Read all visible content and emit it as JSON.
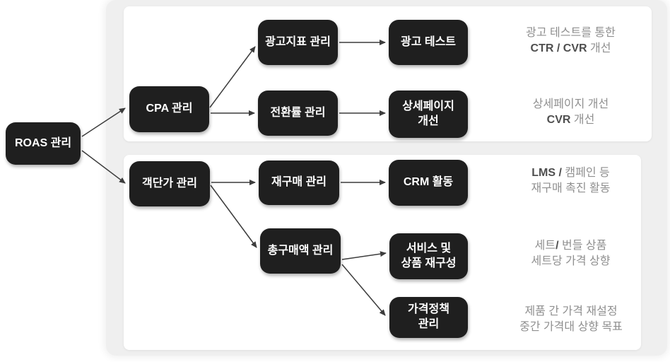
{
  "diagram": {
    "nodes": {
      "roas": {
        "label": "ROAS 관리"
      },
      "cpa": {
        "label": "CPA 관리"
      },
      "ad_metrics": {
        "label": "광고지표 관리"
      },
      "conversion_rate": {
        "label": "전환률 관리"
      },
      "ad_test": {
        "label": "광고 테스트"
      },
      "detail_page": {
        "label": "상세페이지\n개선"
      },
      "aov": {
        "label": "객단가 관리"
      },
      "repurchase": {
        "label": "재구매 관리"
      },
      "crm": {
        "label": "CRM 활동"
      },
      "total_purchase": {
        "label": "총구매액 관리"
      },
      "service_recompose": {
        "label": "서비스 및\n상품 재구성"
      },
      "pricing_policy": {
        "label": "가격정책\n관리"
      }
    },
    "edges": [
      {
        "from": "roas",
        "to": "cpa"
      },
      {
        "from": "roas",
        "to": "aov"
      },
      {
        "from": "cpa",
        "to": "ad_metrics"
      },
      {
        "from": "cpa",
        "to": "conversion_rate"
      },
      {
        "from": "ad_metrics",
        "to": "ad_test"
      },
      {
        "from": "conversion_rate",
        "to": "detail_page"
      },
      {
        "from": "aov",
        "to": "repurchase"
      },
      {
        "from": "aov",
        "to": "total_purchase"
      },
      {
        "from": "repurchase",
        "to": "crm"
      },
      {
        "from": "total_purchase",
        "to": "service_recompose"
      },
      {
        "from": "total_purchase",
        "to": "pricing_policy"
      }
    ]
  },
  "annotations": [
    {
      "for": "ad_test",
      "lines": [
        [
          {
            "t": "광고 테스트를 통한",
            "b": false
          }
        ],
        [
          {
            "t": "CTR /  CVR",
            "b": true
          },
          {
            "t": " 개선",
            "b": false
          }
        ]
      ]
    },
    {
      "for": "detail_page",
      "lines": [
        [
          {
            "t": "상세페이지 개선",
            "b": false
          }
        ],
        [
          {
            "t": "CVR",
            "b": true
          },
          {
            "t": " 개선",
            "b": false
          }
        ]
      ]
    },
    {
      "for": "crm",
      "lines": [
        [
          {
            "t": "LMS /",
            "b": true
          },
          {
            "t": " 캠페인 등",
            "b": false
          }
        ],
        [
          {
            "t": "재구매 촉진 활동",
            "b": false
          }
        ]
      ]
    },
    {
      "for": "service_recompose",
      "lines": [
        [
          {
            "t": "세트",
            "b": false
          },
          {
            "t": "/",
            "b": true
          },
          {
            "t": " 번들 상품",
            "b": false
          }
        ],
        [
          {
            "t": "세트당 가격 상향",
            "b": false
          }
        ]
      ]
    },
    {
      "for": "pricing_policy",
      "lines": [
        [
          {
            "t": "제품 간 가격 재설정",
            "b": false
          }
        ],
        [
          {
            "t": "중간 가격대 상향 목표",
            "b": false
          }
        ]
      ]
    }
  ],
  "colors": {
    "node_bg": "#1f1f1f",
    "node_text": "#ffffff",
    "card_bg": "#ffffff",
    "surface_bg": "#efefef",
    "annotation_text": "#8f8f8f",
    "annotation_bold": "#4f4f4f",
    "arrow": "#3c3c3c"
  }
}
